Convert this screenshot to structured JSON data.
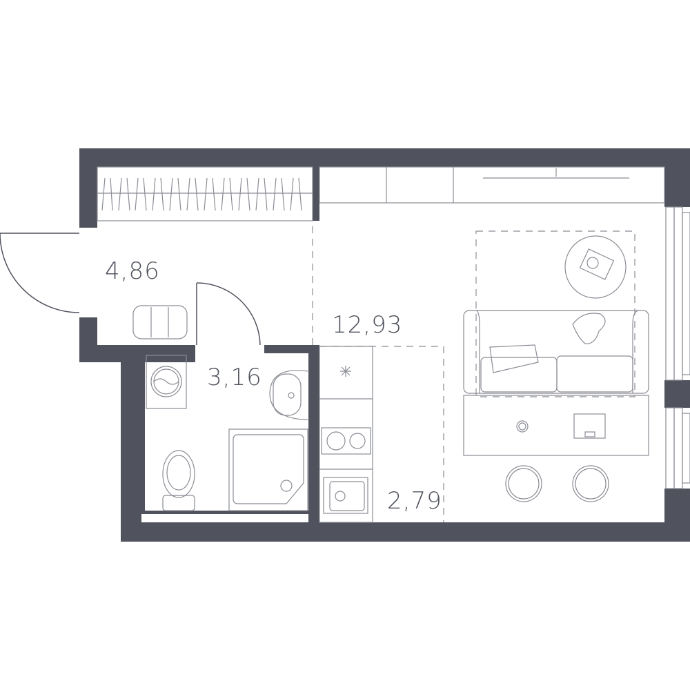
{
  "plan": {
    "colors": {
      "wall": "#50535e",
      "furniture": "#8a8c94",
      "background": "#ffffff"
    },
    "rooms": [
      {
        "id": "hallway",
        "area": "4,86"
      },
      {
        "id": "bathroom",
        "area": "3,16"
      },
      {
        "id": "living-room",
        "area": "12,93"
      },
      {
        "id": "kitchen",
        "area": "2,79"
      }
    ]
  }
}
